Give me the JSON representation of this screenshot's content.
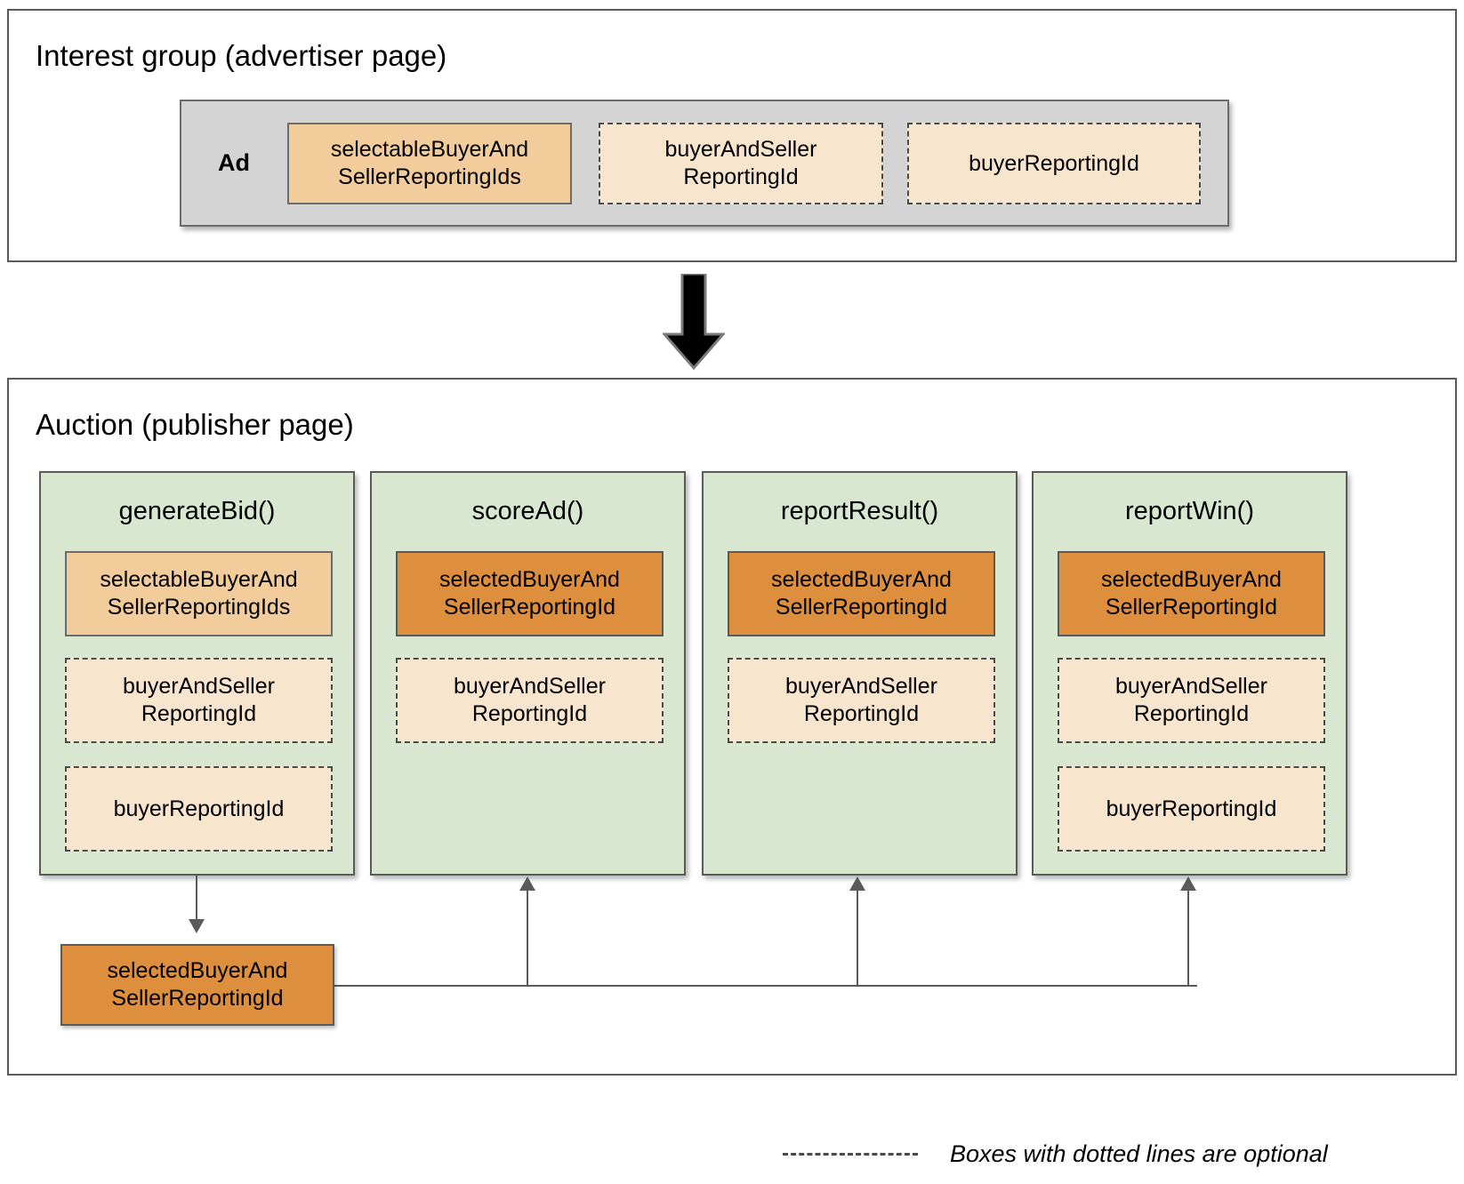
{
  "colors": {
    "light_orange": "#F2CC9A",
    "dark_orange": "#DD8F3D",
    "pale_peach": "#F8E5CE",
    "green_panel": "#D9E7D0",
    "grey_strip": "#D4D4D4",
    "border": "#5A5A5A"
  },
  "interest_group": {
    "title": "Interest group (advertiser page)",
    "ad_label": "Ad",
    "boxes": [
      {
        "label": "selectableBuyerAndSellerReportingIds",
        "line1": "selectableBuyerAnd",
        "line2": "SellerReportingIds",
        "style": "solid-light",
        "optional": false
      },
      {
        "label": "buyerAndSellerReportingId",
        "line1": "buyerAndSeller",
        "line2": "ReportingId",
        "style": "dashed",
        "optional": true
      },
      {
        "label": "buyerReportingId",
        "line1": "buyerReportingId",
        "line2": "",
        "style": "dashed",
        "optional": true
      }
    ]
  },
  "flow_arrow": "down-arrow-icon",
  "auction": {
    "title": "Auction (publisher page)",
    "functions": [
      {
        "name": "generateBid()",
        "boxes": [
          {
            "line1": "selectableBuyerAnd",
            "line2": "SellerReportingIds",
            "style": "solid-light",
            "optional": false
          },
          {
            "line1": "buyerAndSeller",
            "line2": "ReportingId",
            "style": "dashed",
            "optional": true
          },
          {
            "line1": "buyerReportingId",
            "line2": "",
            "style": "dashed",
            "optional": true
          }
        ]
      },
      {
        "name": "scoreAd()",
        "boxes": [
          {
            "line1": "selectedBuyerAnd",
            "line2": "SellerReportingId",
            "style": "solid-dark",
            "optional": false
          },
          {
            "line1": "buyerAndSeller",
            "line2": "ReportingId",
            "style": "dashed",
            "optional": true
          }
        ]
      },
      {
        "name": "reportResult()",
        "boxes": [
          {
            "line1": "selectedBuyerAnd",
            "line2": "SellerReportingId",
            "style": "solid-dark",
            "optional": false
          },
          {
            "line1": "buyerAndSeller",
            "line2": "ReportingId",
            "style": "dashed",
            "optional": true
          }
        ]
      },
      {
        "name": "reportWin()",
        "boxes": [
          {
            "line1": "selectedBuyerAnd",
            "line2": "SellerReportingId",
            "style": "solid-dark",
            "optional": false
          },
          {
            "line1": "buyerAndSeller",
            "line2": "ReportingId",
            "style": "dashed",
            "optional": true
          },
          {
            "line1": "buyerReportingId",
            "line2": "",
            "style": "dashed",
            "optional": true
          }
        ]
      }
    ],
    "result_box": {
      "line1": "selectedBuyerAnd",
      "line2": "SellerReportingId"
    }
  },
  "legend": {
    "text": "Boxes with dotted lines are optional"
  }
}
